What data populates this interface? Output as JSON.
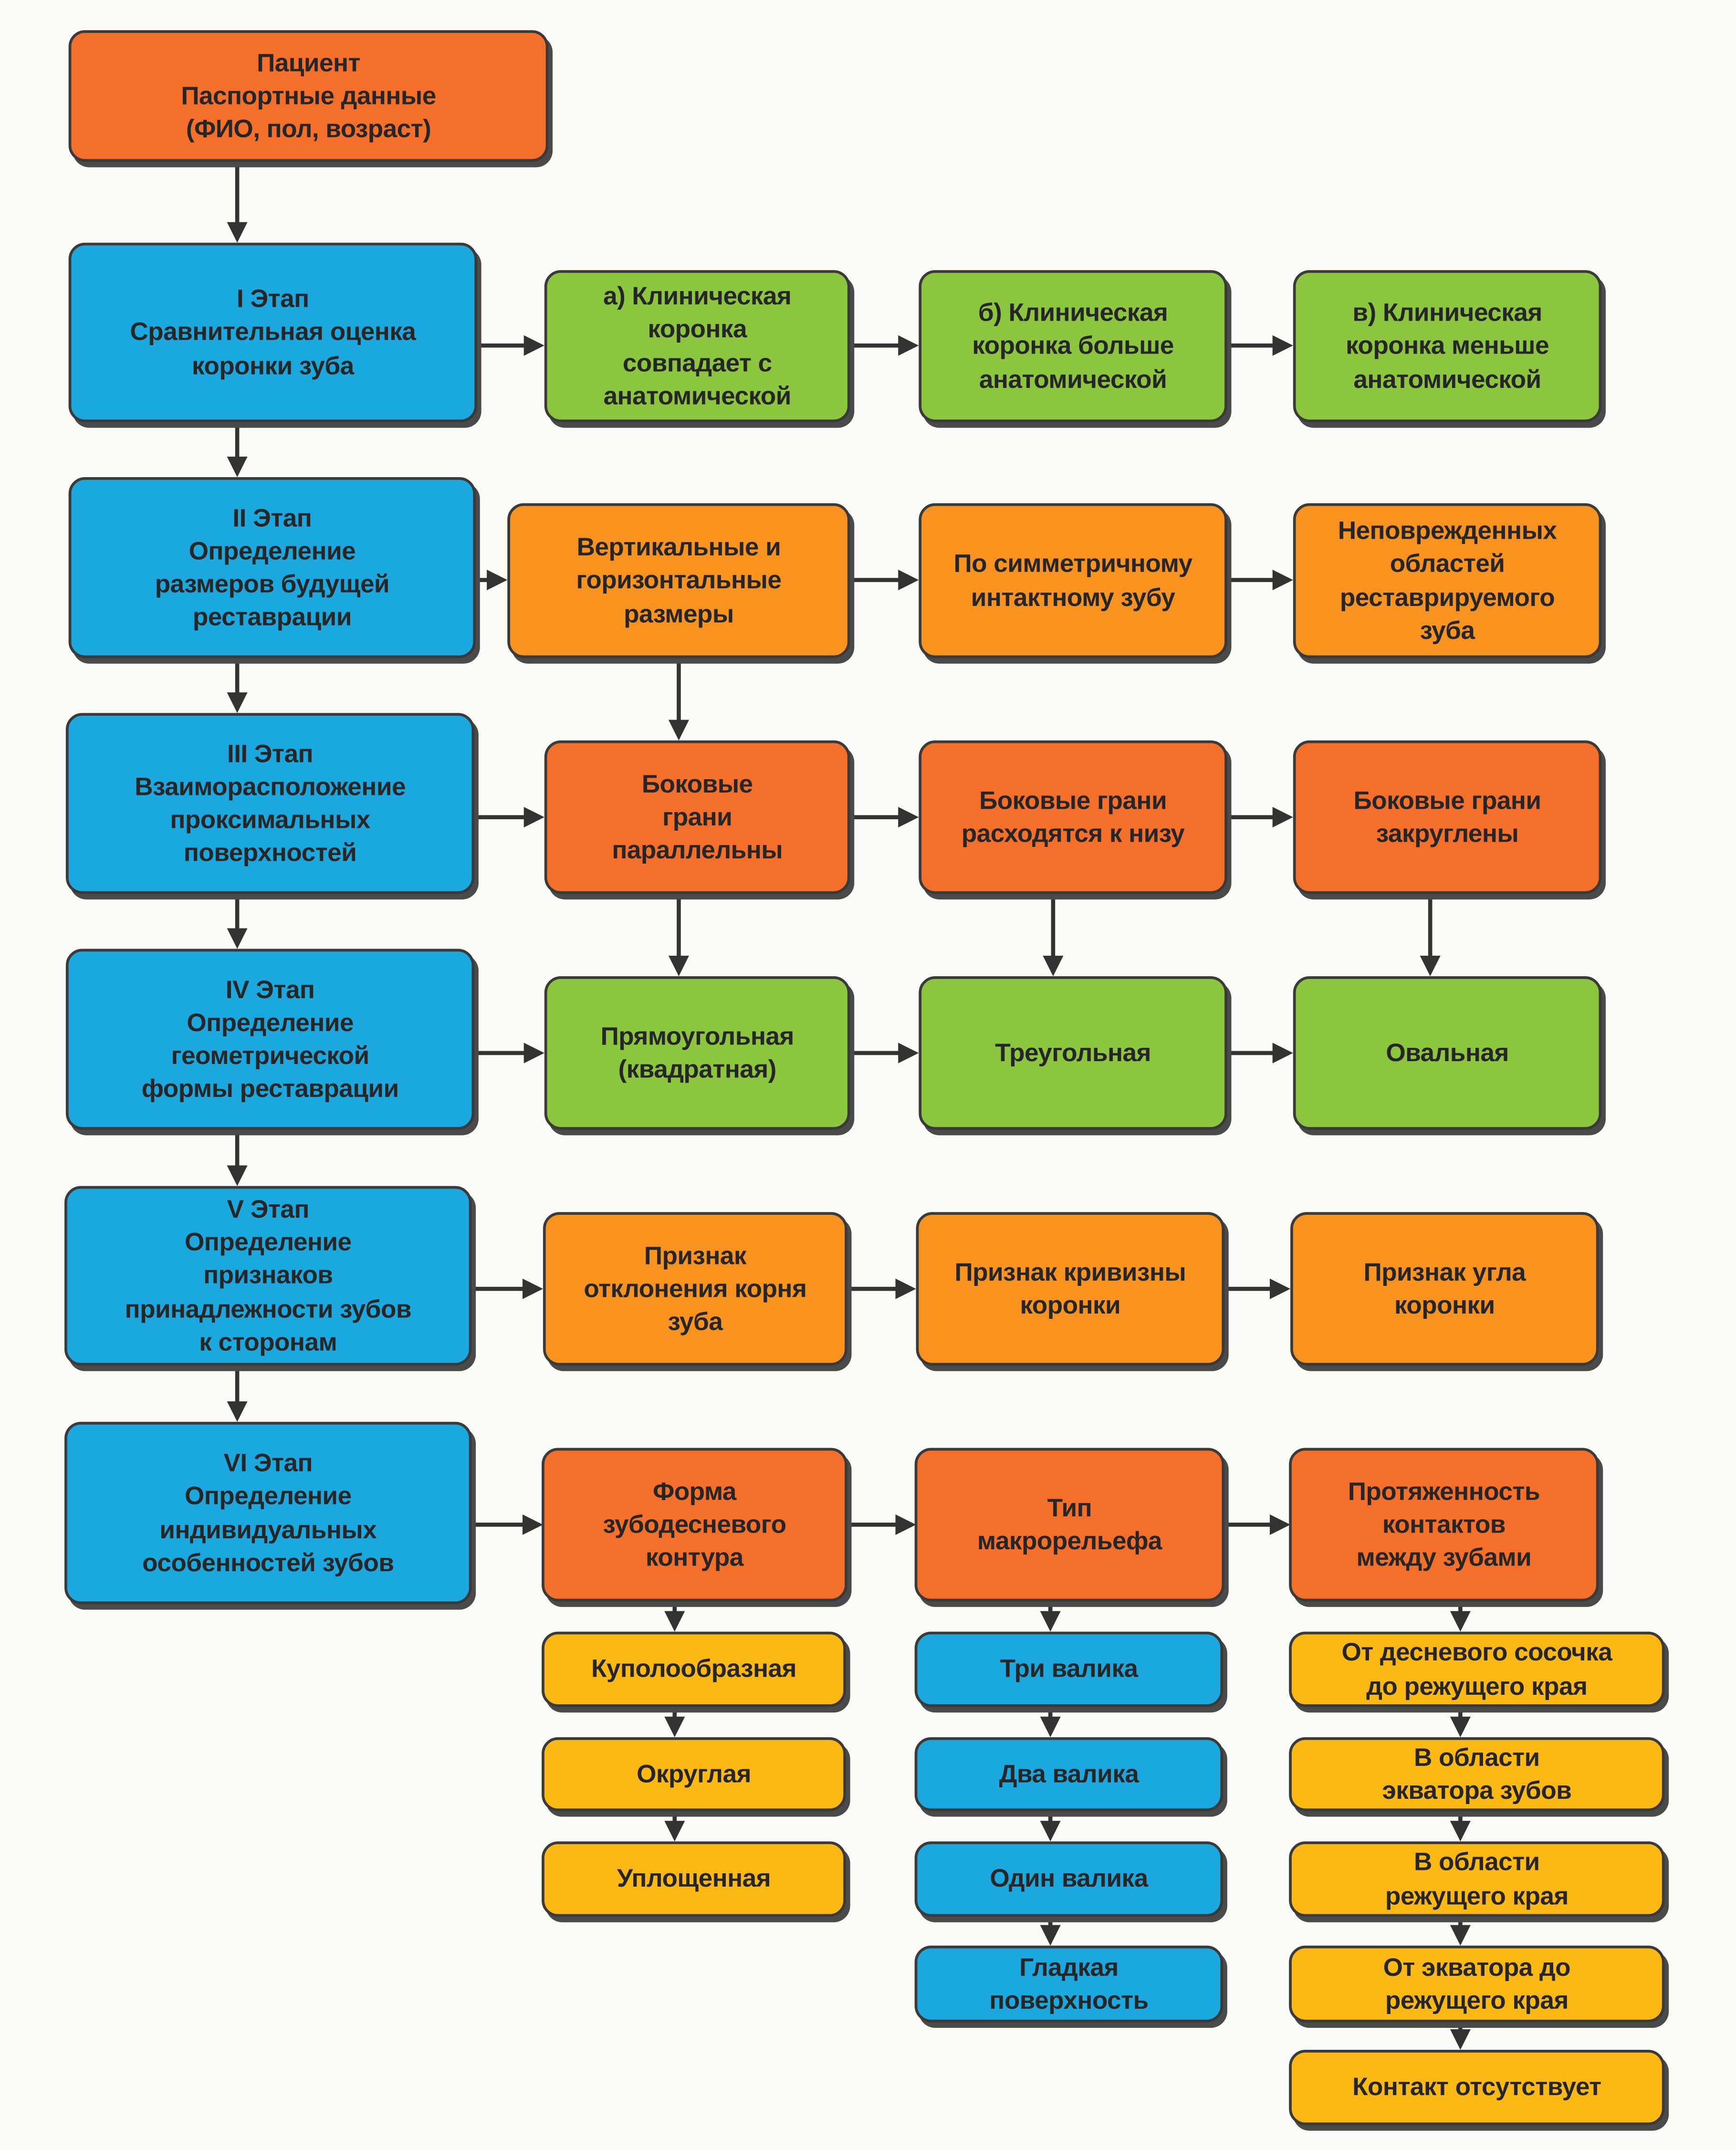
{
  "patient": "Пациент\nПаспортные данные\n(ФИО, пол, возраст)",
  "stages": [
    "I Этап\nСравнительная оценка\nкоронки зуба",
    "II Этап\nОпределение\nразмеров будущей\nреставрации",
    "III  Этап\nВзаиморасположение\nпроксимальных\nповерхностей",
    "IV Этап\nОпределение\nгеометрической\nформы реставрации",
    "V Этап\nОпределение\nпризнаков\nпринадлежности зубов\nк сторонам",
    "VI  Этап\nОпределение\nиндивидуальных\nособенностей зубов"
  ],
  "rows": [
    [
      "а) Клиническая\nкоронка\nсовпадает с\nанатомической",
      "б) Клиническая\nкоронка больше\nанатомической",
      "в) Клиническая\nкоронка меньше\nанатомической"
    ],
    [
      "Вертикальные и\nгоризонтальные\nразмеры",
      "По симметричному\nинтактному зубу",
      "Неповрежденных\nобластей\nреставрируемого\nзуба"
    ],
    [
      "Боковые\nграни\nпараллельны",
      "Боковые грани\nрасходятся к низу",
      "Боковые грани\nзакруглены"
    ],
    [
      "Прямоугольная\n(квадратная)",
      "Треугольная",
      "Овальная"
    ],
    [
      "Признак\nотклонения корня\nзуба",
      "Признак кривизны\nкоронки",
      "Признак угла\nкоронки"
    ],
    [
      "Форма\nзубодесневого\nконтура",
      "Тип\nмакрорельефа",
      "Протяженность\nконтактов\nмежду зубами"
    ]
  ],
  "lists": {
    "gum_contour": [
      "Куполообразная",
      "Округлая",
      "Уплощенная"
    ],
    "macrorelief": [
      "Три валика",
      "Два валика",
      "Один валика",
      "Гладкая\nповерхность"
    ],
    "contacts": [
      "От десневого сосочка\nдо режущего края",
      "В области\nэкватора зубов",
      "В области\nрежущего края",
      "От экватора до\nрежущего края",
      "Контакт отсутствует"
    ]
  },
  "colors": {
    "stage": "#1ba8df",
    "green": "#8cc63e",
    "orange": "#f7931e",
    "red_orange": "#f4702a",
    "yellow": "#fdb913"
  }
}
